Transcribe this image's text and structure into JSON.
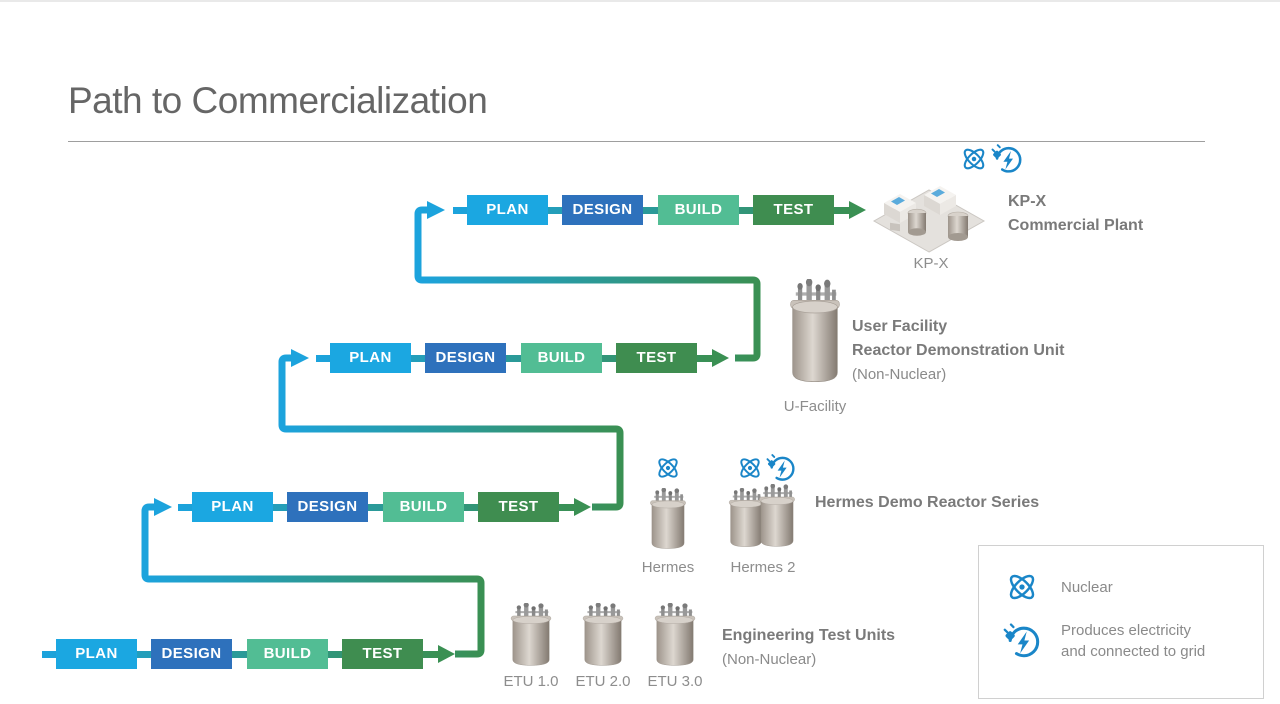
{
  "slide": {
    "title": "Path to Commercialization"
  },
  "step_labels": [
    "PLAN",
    "DESIGN",
    "BUILD",
    "TEST"
  ],
  "milestones": {
    "etu": {
      "captions": [
        "ETU 1.0",
        "ETU 2.0",
        "ETU 3.0"
      ],
      "label_line1": "Engineering Test Units",
      "label_line2": "(Non-Nuclear)"
    },
    "hermes": {
      "caption_unit1": "Hermes",
      "caption_unit2": "Hermes 2",
      "label": "Hermes Demo Reactor Series"
    },
    "user_facility": {
      "caption": "U-Facility",
      "label_line1": "User Facility",
      "label_line2": "Reactor Demonstration Unit",
      "label_line3": "(Non-Nuclear)"
    },
    "kpx": {
      "caption": "KP-X",
      "label_line1": "KP-X",
      "label_line2": "Commercial Plant"
    }
  },
  "legend": {
    "items": [
      {
        "icon": "atom-icon",
        "label": "Nuclear"
      },
      {
        "icon": "electricity-icon",
        "label_line1": "Produces electricity",
        "label_line2": "and connected to grid"
      }
    ]
  },
  "colors": {
    "plan": "#1ba7e1",
    "design": "#2e71bc",
    "build": "#52bd94",
    "test": "#3f8d50",
    "line_blue": "#1ca3dd",
    "line_green": "#3a9053",
    "icon_blue": "#1a86c8",
    "title_gray": "#666666",
    "label_gray": "#7a7a7a",
    "caption_gray": "#8d8d8d",
    "legend_border": "#d0d0d0"
  }
}
